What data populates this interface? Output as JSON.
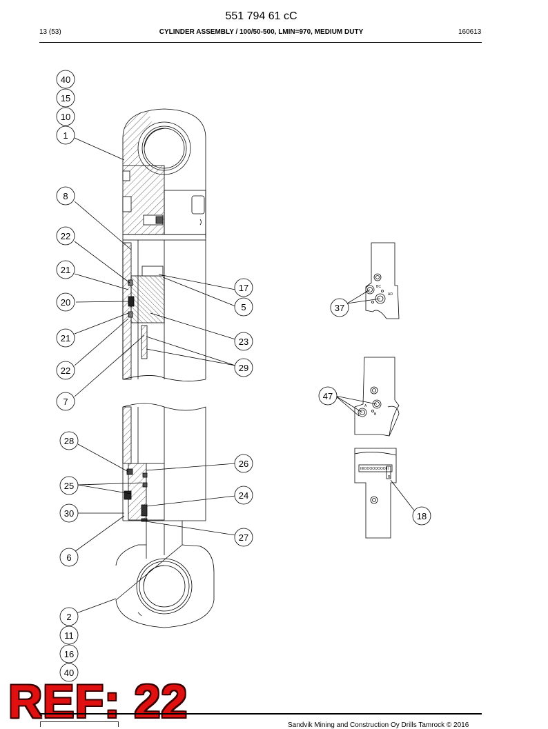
{
  "header": {
    "doc_number": "551 794 61 cC",
    "page": "13 (53)",
    "title": "CYLINDER ASSEMBLY / 100/50-500, LMIN=970, MEDIUM DUTY",
    "date_code": "160613"
  },
  "callouts": {
    "c40_top": "40",
    "c15": "15",
    "c10": "10",
    "c1": "1",
    "c8": "8",
    "c22_a": "22",
    "c21_a": "21",
    "c20": "20",
    "c21_b": "21",
    "c22_b": "22",
    "c7": "7",
    "c17": "17",
    "c5": "5",
    "c23": "23",
    "c29": "29",
    "c28": "28",
    "c25": "25",
    "c30": "30",
    "c6": "6",
    "c26": "26",
    "c24": "24",
    "c27": "27",
    "c2": "2",
    "c11": "11",
    "c16": "16",
    "c40_bottom": "40",
    "c37": "37",
    "c47": "47",
    "c18": "18"
  },
  "port_labels": {
    "bc": "BC",
    "ad": "AD",
    "a": "A",
    "b": "B",
    "scale": "IIIIOOOOOOOOIII",
    "r": "R"
  },
  "stamp": {
    "ref": "REF: 22"
  },
  "footer": {
    "copyright": "Sandvik Mining and Construction Oy Drills Tamrock © 2016"
  },
  "colors": {
    "stamp_red": "#e01010",
    "line": "#000000"
  }
}
